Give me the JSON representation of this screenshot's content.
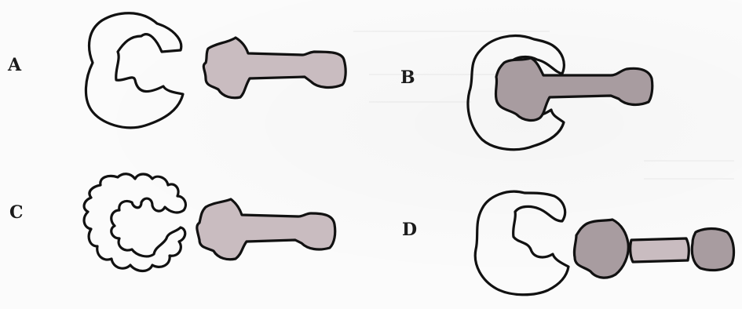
{
  "panels": [
    {
      "id": "A",
      "label": "A"
    },
    {
      "id": "B",
      "label": "B"
    },
    {
      "id": "C",
      "label": "C"
    },
    {
      "id": "D",
      "label": "D"
    }
  ],
  "colors": {
    "outline": "#111111",
    "substrate_fill": "#c9bcc0",
    "substrate_fill_dark": "#a89ca0",
    "background": "#fbfbfb"
  }
}
